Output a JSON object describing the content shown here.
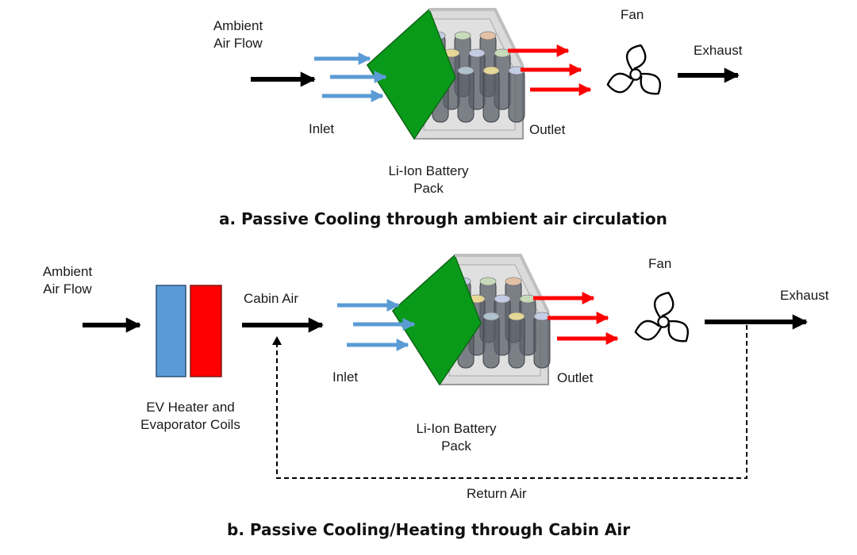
{
  "panel_a": {
    "ambient_line1": "Ambient",
    "ambient_line2": "Air Flow",
    "inlet": "Inlet",
    "outlet": "Outlet",
    "fan": "Fan",
    "exhaust": "Exhaust",
    "battery_line1": "Li-Ion Battery",
    "battery_line2": "Pack",
    "caption": "a. Passive Cooling through ambient air circulation"
  },
  "panel_b": {
    "ambient_line1": "Ambient",
    "ambient_line2": "Air Flow",
    "cabin_air": "Cabin Air",
    "heater_line1": "EV Heater and",
    "heater_line2": "Evaporator Coils",
    "inlet": "Inlet",
    "outlet": "Outlet",
    "fan": "Fan",
    "exhaust": "Exhaust",
    "battery_line1": "Li-Ion Battery",
    "battery_line2": "Pack",
    "return_air": "Return Air",
    "caption": "b. Passive Cooling/Heating through Cabin Air"
  },
  "colors": {
    "inlet_arrows": "#5b9bd5",
    "outlet_arrows": "#ff0000",
    "inlet_face": "#0a9a1a",
    "heater": "#ff0000",
    "evaporator": "#5b9bd5",
    "flow_arrows": "#000000",
    "cell_tops": [
      "#f4e39a",
      "#cdd6f0",
      "#cfe6c0",
      "#f0c9a8",
      "#b8ccd8"
    ]
  },
  "icons": {
    "fan": "fan-icon",
    "battery": "battery-pack-icon"
  }
}
